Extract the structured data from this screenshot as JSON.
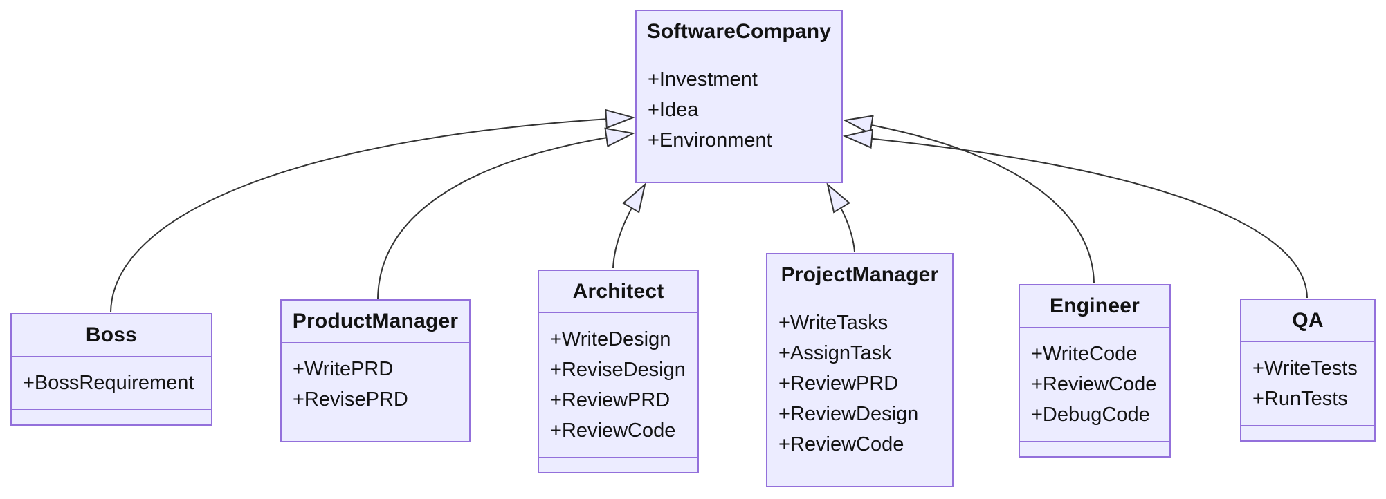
{
  "diagram": {
    "type": "uml-class-diagram",
    "colors": {
      "class_fill": "#ECECFF",
      "class_border": "#9370DB",
      "edge_line": "#333333",
      "arrowhead_fill": "#ECECFF",
      "text": "#131313",
      "background": "#ffffff"
    },
    "classes": [
      {
        "name": "SoftwareCompany",
        "attributes": [
          "+Investment",
          "+Idea",
          "+Environment"
        ],
        "methods": []
      },
      {
        "name": "Boss",
        "attributes": [
          "+BossRequirement"
        ],
        "methods": []
      },
      {
        "name": "ProductManager",
        "attributes": [
          "+WritePRD",
          "+RevisePRD"
        ],
        "methods": []
      },
      {
        "name": "Architect",
        "attributes": [
          "+WriteDesign",
          "+ReviseDesign",
          "+ReviewPRD",
          "+ReviewCode"
        ],
        "methods": []
      },
      {
        "name": "ProjectManager",
        "attributes": [
          "+WriteTasks",
          "+AssignTask",
          "+ReviewPRD",
          "+ReviewDesign",
          "+ReviewCode"
        ],
        "methods": []
      },
      {
        "name": "Engineer",
        "attributes": [
          "+WriteCode",
          "+ReviewCode",
          "+DebugCode"
        ],
        "methods": []
      },
      {
        "name": "QA",
        "attributes": [
          "+WriteTests",
          "+RunTests"
        ],
        "methods": []
      }
    ],
    "relations": [
      {
        "from": "Boss",
        "to": "SoftwareCompany",
        "type": "inheritance"
      },
      {
        "from": "ProductManager",
        "to": "SoftwareCompany",
        "type": "inheritance"
      },
      {
        "from": "Architect",
        "to": "SoftwareCompany",
        "type": "inheritance"
      },
      {
        "from": "ProjectManager",
        "to": "SoftwareCompany",
        "type": "inheritance"
      },
      {
        "from": "Engineer",
        "to": "SoftwareCompany",
        "type": "inheritance"
      },
      {
        "from": "QA",
        "to": "SoftwareCompany",
        "type": "inheritance"
      }
    ]
  }
}
